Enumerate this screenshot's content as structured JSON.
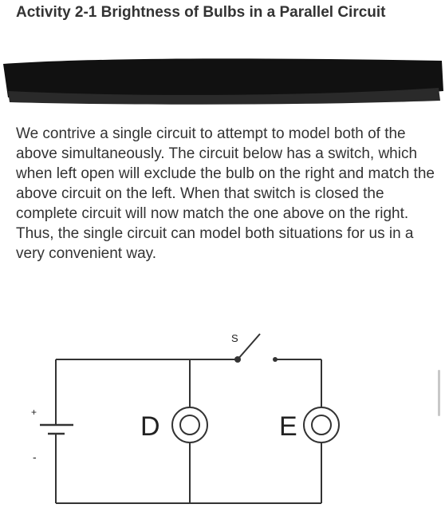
{
  "document": {
    "title": "Activity 2-1 Brightness of Bulbs in a Parallel Circuit",
    "paragraph": "We contrive a single circuit to attempt to model both of the above simultaneously.  The circuit below has a switch, which when left open will exclude the bulb on the right and match the above circuit on the left.  When that switch is closed the complete circuit will now match the one above on the right.  Thus, the single circuit can model both situations for us in a very convenient way."
  },
  "circuit": {
    "switch_label": "S",
    "bulb_left_label": "D",
    "bulb_right_label": "E",
    "battery_positive": "+",
    "battery_negative": "-",
    "line_color": "#333333"
  },
  "redaction": {
    "color": "#111111"
  }
}
